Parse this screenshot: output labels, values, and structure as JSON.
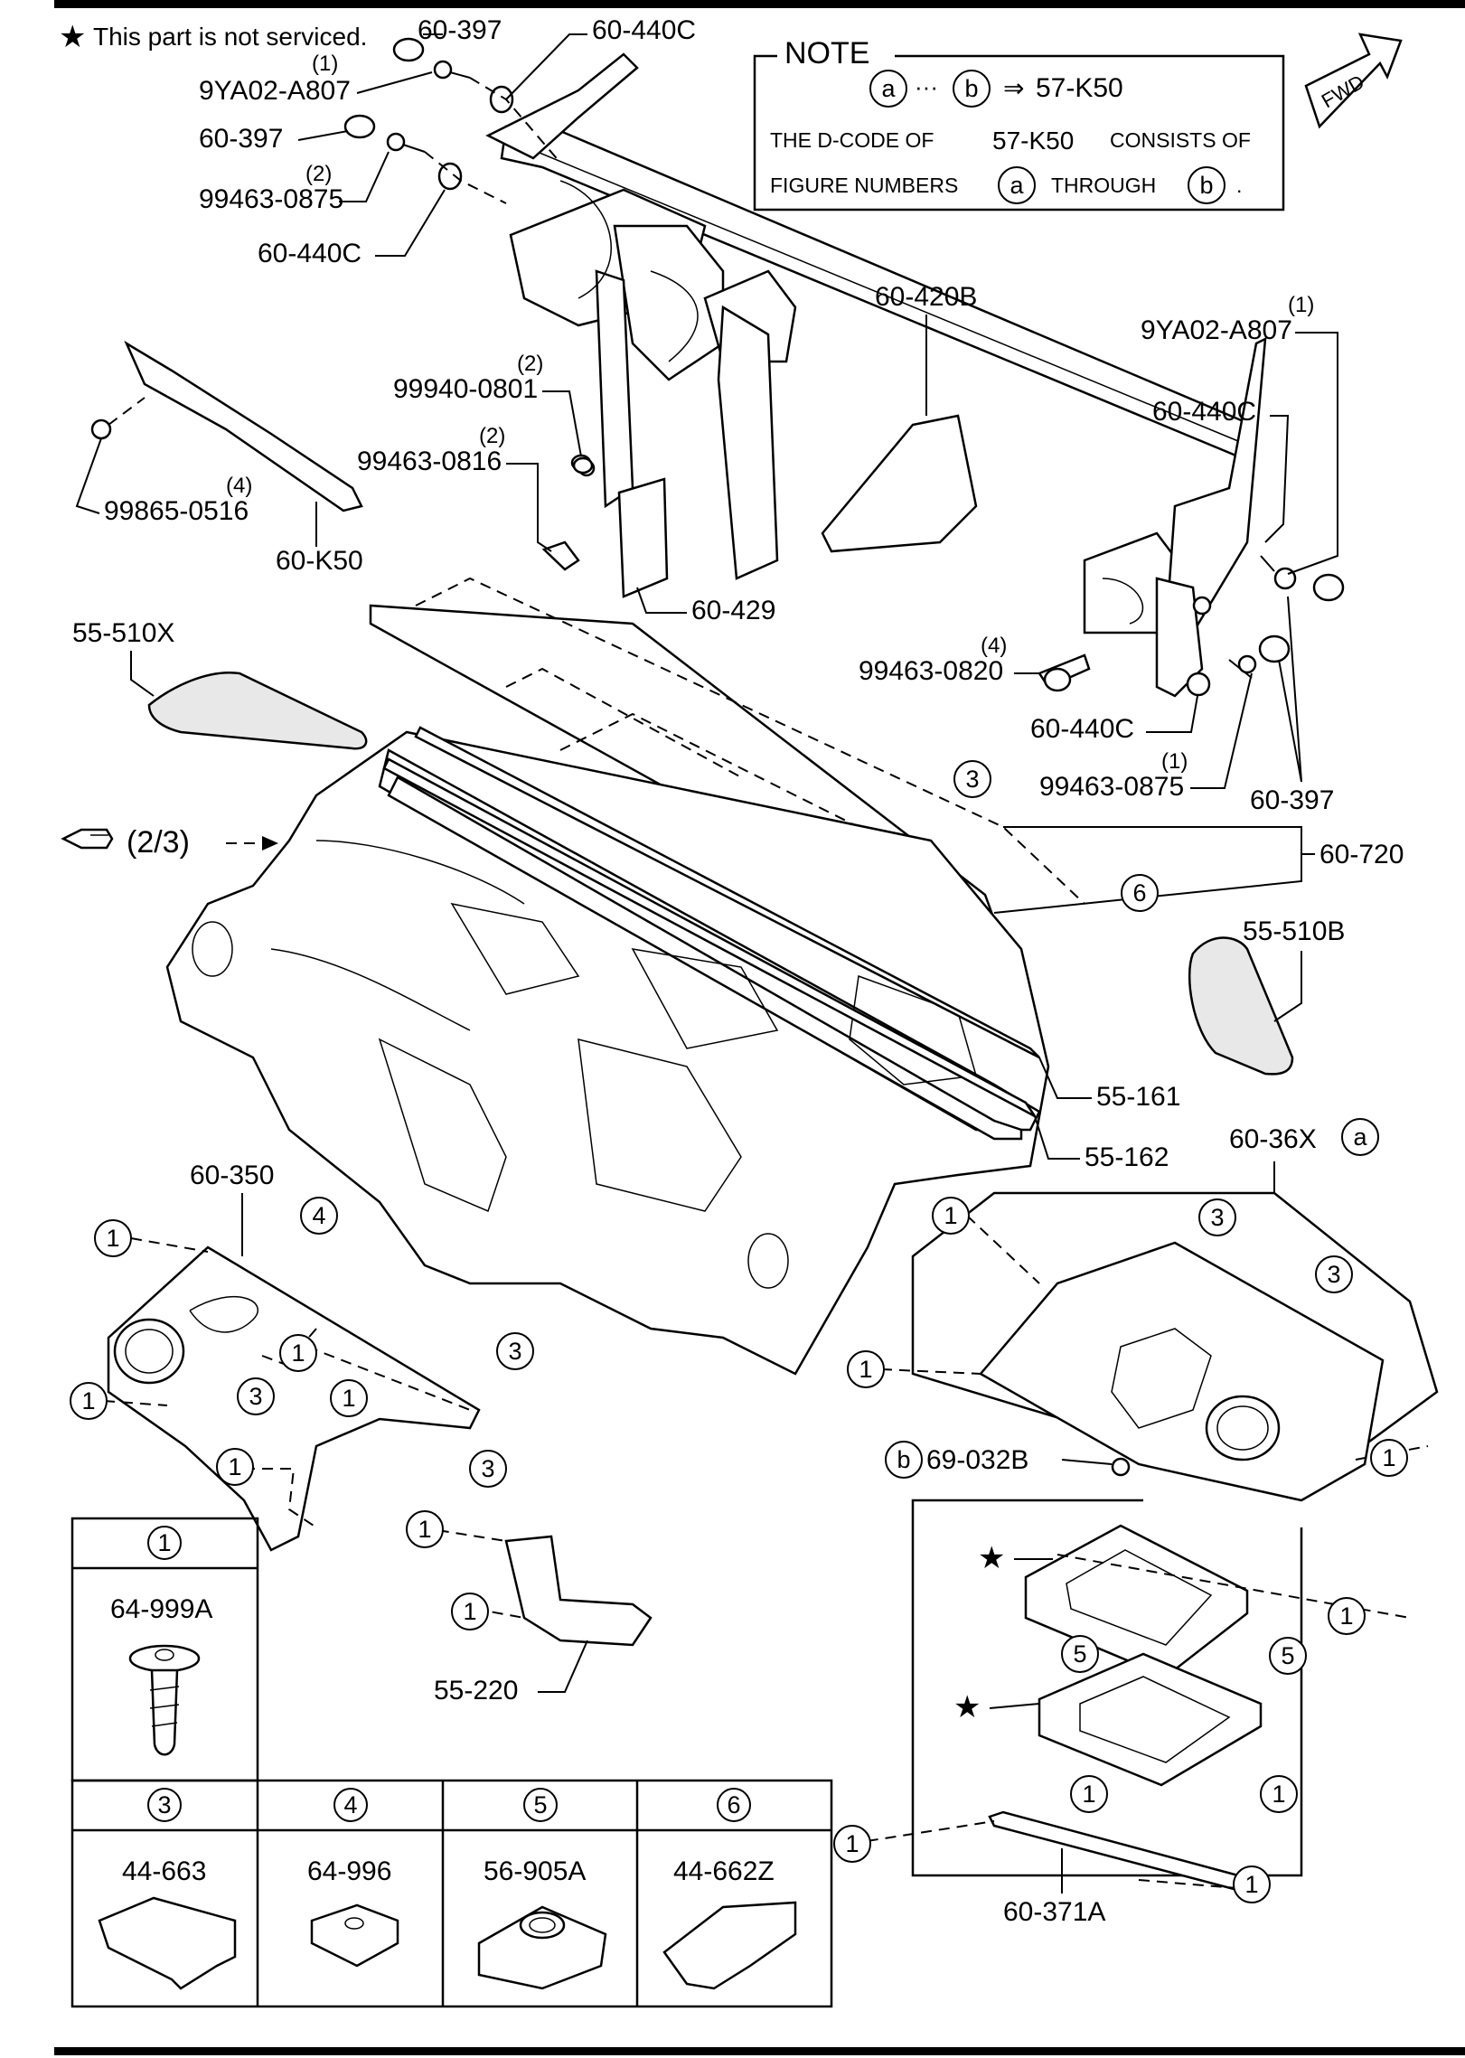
{
  "legend": {
    "not_serviced_symbol": "★",
    "not_serviced_text": "This part is not serviced."
  },
  "note": {
    "title": "NOTE",
    "range_from": "a",
    "range_sep": "···",
    "range_to": "b",
    "range_arrow": "⇒",
    "range_code": "57-K50",
    "line1_pre": "THE D-CODE OF",
    "line1_code": "57-K50",
    "line1_post": "CONSISTS OF",
    "line2_pre": "FIGURE NUMBERS",
    "line2_mid": "THROUGH",
    "line2_end": "."
  },
  "fwd_label": "FWD",
  "ref_label": "(2/3)",
  "parts": {
    "p60_397_a": "60-397",
    "p60_440c_a": "60-440C",
    "qty_9ya02_a": "(1)",
    "p9ya02_a": "9YA02-A807",
    "p60_397_b": "60-397",
    "qty_99463_0875_a": "(2)",
    "p99463_0875_a": "99463-0875",
    "p60_440c_b": "60-440C",
    "p60_420b": "60-420B",
    "qty_9ya02_b": "(1)",
    "p9ya02_b": "9YA02-A807",
    "p60_440c_c": "60-440C",
    "qty_99940": "(2)",
    "p99940": "99940-0801",
    "qty_99463_0816": "(2)",
    "p99463_0816": "99463-0816",
    "qty_99865": "(4)",
    "p99865": "99865-0516",
    "p60_k50": "60-K50",
    "p60_429": "60-429",
    "p55_510x": "55-510X",
    "qty_99463_0820": "(4)",
    "p99463_0820": "99463-0820",
    "p60_440c_d": "60-440C",
    "qty_99463_0875_b": "(1)",
    "p99463_0875_b": "99463-0875",
    "p60_397_c": "60-397",
    "p60_720": "60-720",
    "p55_510b": "55-510B",
    "p55_161": "55-161",
    "p55_162": "55-162",
    "p60_36x": "60-36X",
    "p60_350": "60-350",
    "p69_032b": "69-032B",
    "p55_220": "55-220",
    "p60_371a": "60-371A"
  },
  "callouts": {
    "c1": "1",
    "c3": "3",
    "c4": "4",
    "c5": "5",
    "c6": "6",
    "ca": "a",
    "cb": "b"
  },
  "fastener_table": {
    "top": {
      "callout": "1",
      "part": "64-999A"
    },
    "bottom": [
      {
        "callout": "3",
        "part": "44-663"
      },
      {
        "callout": "4",
        "part": "64-996"
      },
      {
        "callout": "5",
        "part": "56-905A"
      },
      {
        "callout": "6",
        "part": "44-662Z"
      }
    ]
  }
}
